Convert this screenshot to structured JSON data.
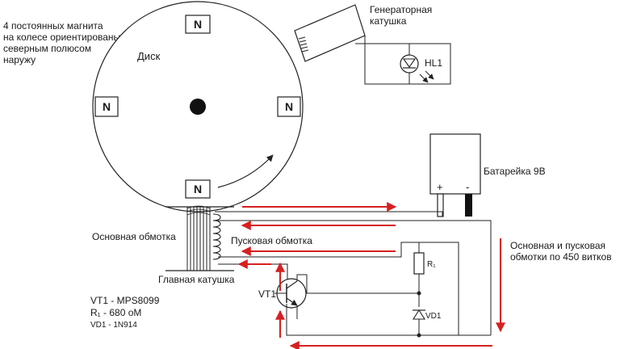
{
  "labels": {
    "magnets_note": [
      "4 постоянных магнита",
      "на колесе ориентированы",
      "северным полюсом",
      "наружу"
    ],
    "disk": "Диск",
    "generator_coil": [
      "Генераторная",
      "катушка"
    ],
    "led": "HL1",
    "battery": "Батарейка 9В",
    "plus": "+",
    "minus": "-",
    "main_winding": "Основная обмотка",
    "start_winding": "Пусковая обмотка",
    "main_coil": "Главная катушка",
    "transistor": "VT1",
    "resistor": "R₁",
    "diode": "VD1",
    "windings_note": [
      "Основная и пусковая",
      "обмотки по 450 витков"
    ],
    "parts": [
      "VT1 - MPS8099",
      "R₁ - 680 оМ",
      "VD1 - 1N914"
    ]
  },
  "magnets": [
    {
      "position": "top",
      "pole": "N"
    },
    {
      "position": "left",
      "pole": "N"
    },
    {
      "position": "right",
      "pole": "N"
    },
    {
      "position": "bottom",
      "pole": "N"
    }
  ],
  "colors": {
    "line": "#222222",
    "arrow": "#d62020",
    "rotor_center": "#111111",
    "background": "#ffffff"
  }
}
